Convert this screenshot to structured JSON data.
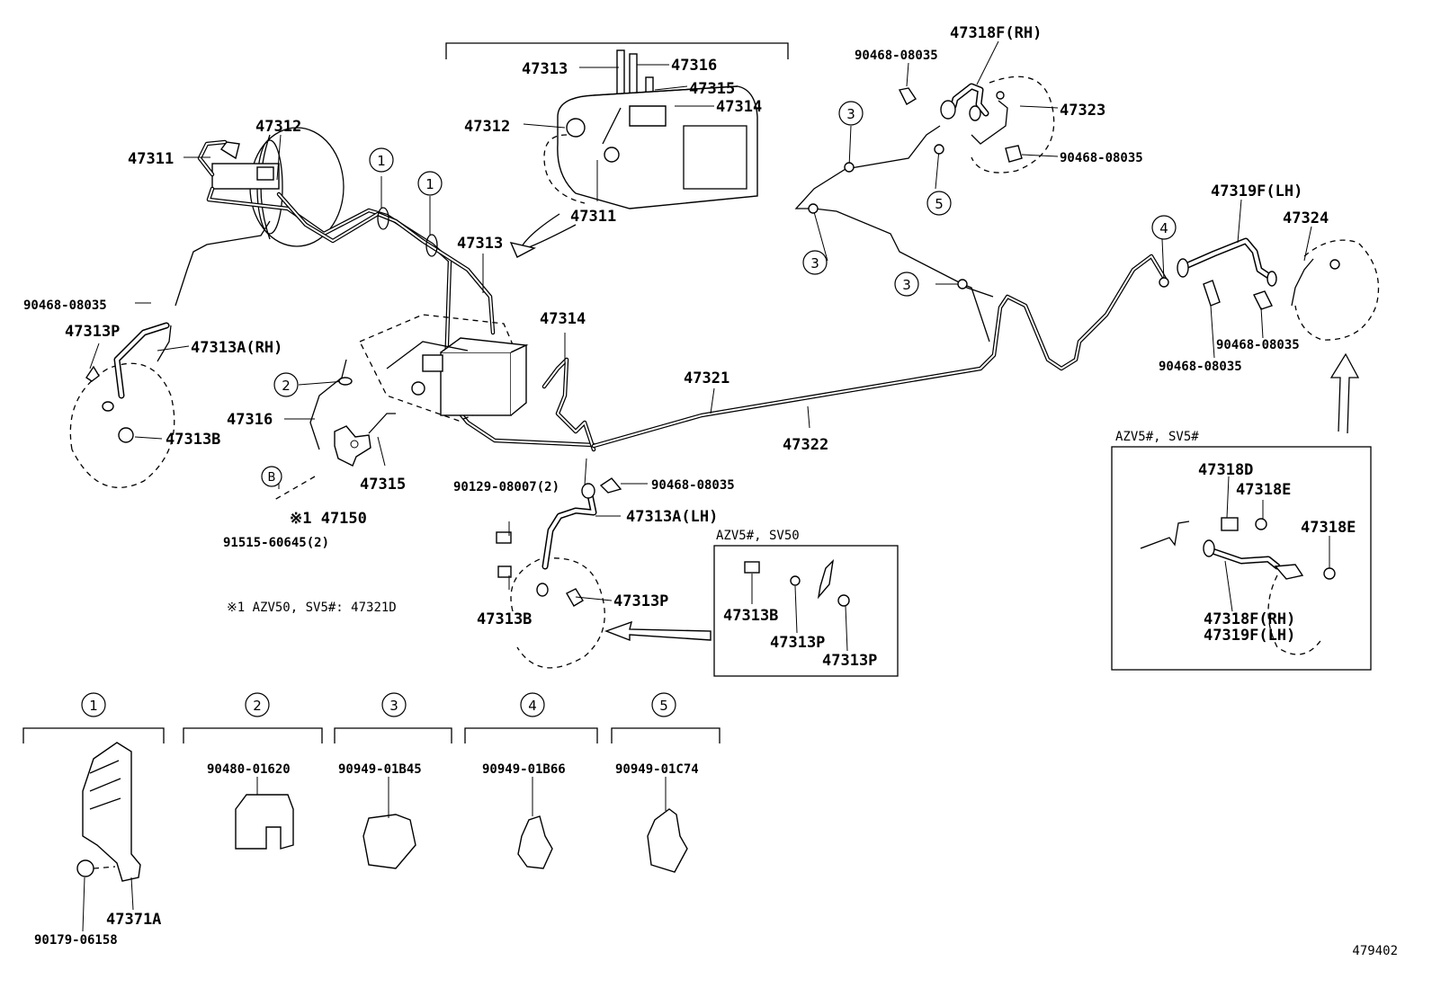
{
  "diagram_id": "479402",
  "labels": {
    "l47311_left": "47311",
    "l47312_left": "47312",
    "l90468_left": "90468-08035",
    "l47313P_left": "47313P",
    "l47313A_rh": "47313A(RH)",
    "l47313B_left": "47313B",
    "l47316_left": "47316",
    "l47313_mid": "47313",
    "l47314_mid": "47314",
    "l47315_mid": "47315",
    "l47150": "※1 47150",
    "l91515": "91515-60645(2)",
    "note_line": "※1 AZV50, SV5#: 47321D",
    "l47313_top": "47313",
    "l47316_top": "47316",
    "l47315_top": "47315",
    "l47314_top": "47314",
    "l47312_top": "47312",
    "l47311_top": "47311",
    "l47321": "47321",
    "l47322": "47322",
    "l90129": "90129-08007(2)",
    "l90468_mid": "90468-08035",
    "l47313A_lh": "47313A(LH)",
    "l47313B_mid": "47313B",
    "l47313P_mid": "47313P",
    "l47318F_rh_top": "47318F(RH)",
    "l90468_top": "90468-08035",
    "l47323": "47323",
    "l90468_topright": "90468-08035",
    "l47319F_lh_top": "47319F(LH)",
    "l47324": "47324",
    "l90468_right1": "90468-08035",
    "l90468_right2": "90468-08035",
    "inset1_title": "AZV5#, SV50",
    "inset1_47313B": "47313B",
    "inset1_47313P_a": "47313P",
    "inset1_47313P_b": "47313P",
    "inset2_title": "AZV5#, SV5#",
    "inset2_47318D": "47318D",
    "inset2_47318E_a": "47318E",
    "inset2_47318E_b": "47318E",
    "inset2_47318F": "47318F(RH)",
    "inset2_47319F": "47319F(LH)",
    "bottom_47371A": "47371A",
    "bottom_90179": "90179-06158",
    "bottom_90480": "90480-01620",
    "bottom_90949_b45": "90949-01B45",
    "bottom_90949_b66": "90949-01B66",
    "bottom_90949_c74": "90949-01C74"
  },
  "callouts": {
    "c1": "1",
    "c2": "2",
    "c3": "3",
    "c4": "4",
    "c5": "5",
    "cB": "B"
  }
}
